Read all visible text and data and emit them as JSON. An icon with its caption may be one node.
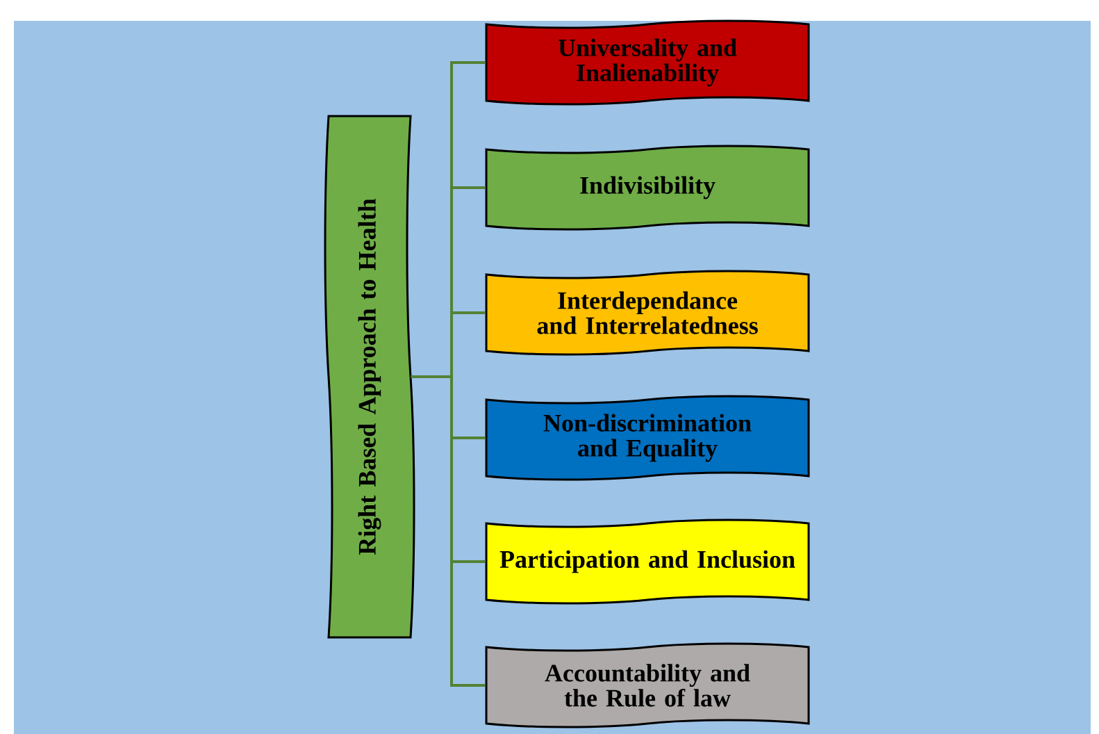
{
  "diagram": {
    "nodes": [
      {
        "text": [
          "Right Based Approach to Health"
        ]
      },
      {
        "text": [
          "Universality and Inalienability"
        ]
      },
      {
        "text": [
          "Indivisibility"
        ]
      },
      {
        "text": [
          "Interdependance and Interrelatedness"
        ]
      },
      {
        "text": [
          "Non-discrimination and Equality"
        ]
      },
      {
        "text": [
          "Participation and Inclusion"
        ]
      },
      {
        "text": [
          "Accountability and the Rule of law"
        ]
      }
    ],
    "edges": [
      {
        "from": 0,
        "to": 1,
        "arrow": "none"
      },
      {
        "from": 0,
        "to": 2,
        "arrow": "none"
      },
      {
        "from": 0,
        "to": 3,
        "arrow": "none"
      },
      {
        "from": 0,
        "to": 4,
        "arrow": "none"
      },
      {
        "from": 0,
        "to": 5,
        "arrow": "none"
      },
      {
        "from": 0,
        "to": 6,
        "arrow": "none"
      }
    ]
  }
}
